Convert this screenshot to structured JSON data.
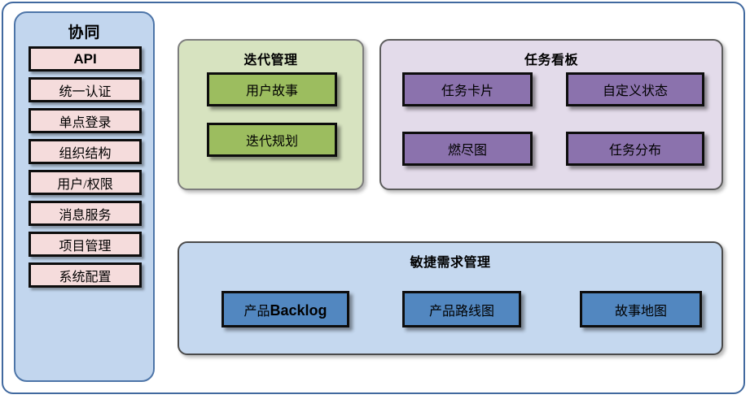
{
  "diagram": {
    "frame_color": "#41699f",
    "sidebar": {
      "title": "协同",
      "background": "#c2d6ee",
      "border_color": "#4d75a8",
      "items": [
        {
          "label": "API",
          "style": "bold"
        },
        {
          "label": "统一认证",
          "style": "normal"
        },
        {
          "label": "单点登录",
          "style": "normal"
        },
        {
          "label": "组织结构",
          "style": "normal"
        },
        {
          "label": "用户/权限",
          "style": "normal"
        },
        {
          "label": "消息服务",
          "style": "normal"
        },
        {
          "label": "项目管理",
          "style": "normal"
        },
        {
          "label": "系统配置",
          "style": "normal"
        }
      ],
      "item_color": "#f5dcdc"
    },
    "panels": [
      {
        "id": "iteration",
        "title": "迭代管理",
        "background": "#d7e3c0",
        "node_color": "#9cbd5f",
        "nodes": [
          {
            "label": "用户故事"
          },
          {
            "label": "迭代规划"
          }
        ]
      },
      {
        "id": "taskboard",
        "title": "任务看板",
        "background": "#e3dbea",
        "node_color": "#8b72ad",
        "nodes": [
          {
            "label": "任务卡片"
          },
          {
            "label": "自定义状态"
          },
          {
            "label": "燃尽图"
          },
          {
            "label": "任务分布"
          }
        ]
      },
      {
        "id": "agile",
        "title": "敏捷需求管理",
        "background": "#c5d8ef",
        "node_color": "#5287c0",
        "nodes": [
          {
            "label": "产品Backlog",
            "cjk": "产品",
            "latin": "Backlog"
          },
          {
            "label": "产品路线图"
          },
          {
            "label": "故事地图"
          }
        ]
      }
    ]
  }
}
